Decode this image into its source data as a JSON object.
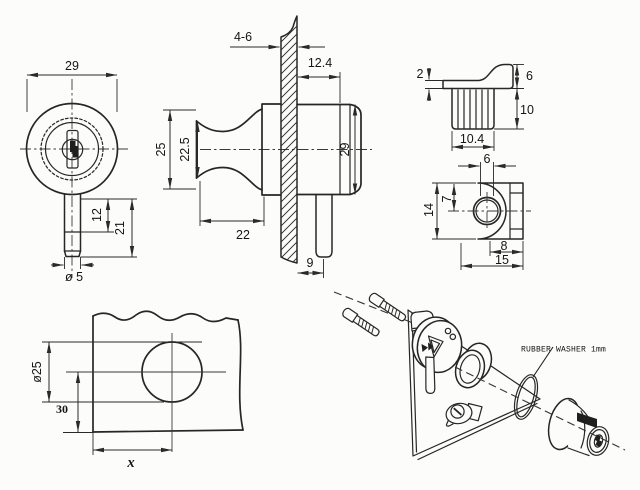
{
  "drawing": {
    "title": "glass-door cam lock technical drawing",
    "background_color": "#fcfcfb",
    "ink_color": "#262626",
    "views": {
      "front": {
        "width": "29",
        "stem_upper": "12",
        "stem_total": "21",
        "stem_dia": "ø 5"
      },
      "section": {
        "glass_thickness": "4-6",
        "boss_depth": "12.4",
        "knob_dia": "25",
        "knob_waist": "22.5",
        "housing_dia": "29",
        "knob_length": "22",
        "stem_offset": "9"
      },
      "striker": {
        "lip_thickness": "2",
        "hook_height": "6",
        "body_height": "10",
        "body_width": "10.4"
      },
      "catch": {
        "hole_dia": "6",
        "height": "14",
        "hole_offset": "7",
        "tab_width": "8",
        "width": "15"
      },
      "drill_template": {
        "hole_dia": "ø25",
        "edge_distance": "30",
        "position": "x"
      },
      "exploded": {
        "washer_label": "RUBBER WASHER 1mm"
      }
    }
  }
}
